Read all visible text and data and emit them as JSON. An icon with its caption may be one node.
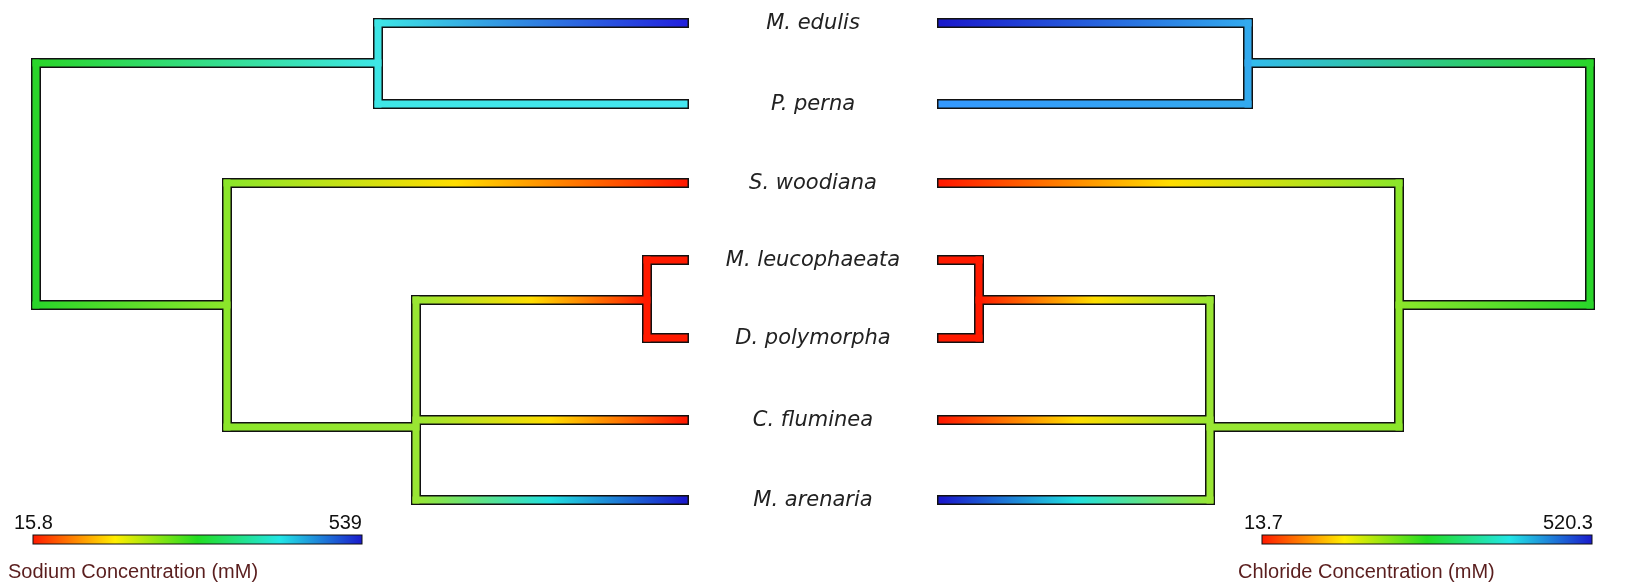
{
  "diagram": {
    "labels": [
      "M. edulis",
      "P. perna",
      "S. woodiana",
      "M. leucophaeata",
      "D. polymorpha",
      "C. fluminea",
      "M. arenaria",
      "15.8",
      "539",
      "Sodium Concentration (mM)",
      "13.7",
      "520.3",
      "Chloride Concentration (mM)"
    ]
  }
}
